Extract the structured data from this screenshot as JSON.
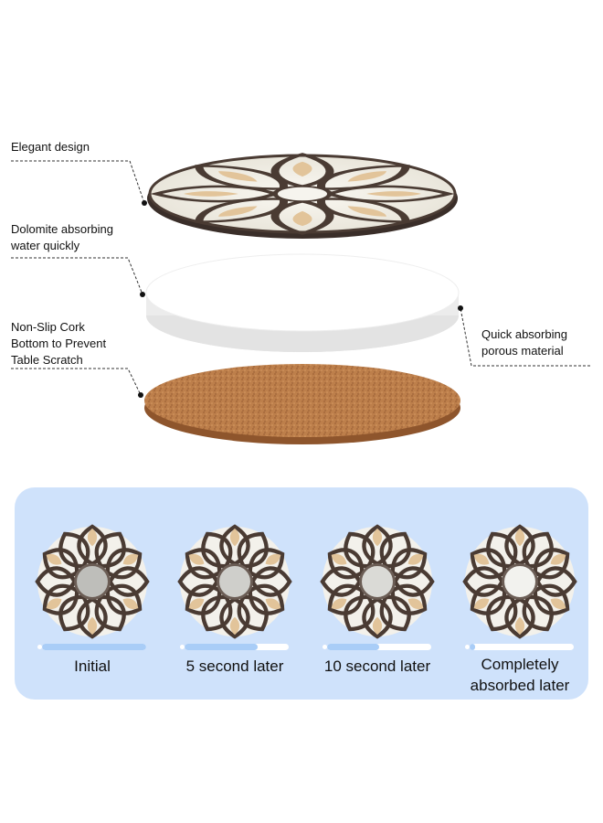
{
  "features": {
    "elegant": "Elegant design",
    "dolomite": "Dolomite absorbing\nwater quickly",
    "cork": "Non-Slip Cork\nBottom to Prevent\nTable Scratch",
    "porous": "Quick absorbing\nporous material"
  },
  "stages": [
    {
      "label": "Initial",
      "progress": 1.0
    },
    {
      "label": "5 second later",
      "progress": 0.7
    },
    {
      "label": "10 second later",
      "progress": 0.5
    },
    {
      "label": "Completely\nabsorbed later",
      "progress": 0.05
    }
  ],
  "colors": {
    "panel": "#cfe2fb",
    "progress_fill": "#a9cdf7",
    "cork": "#b77a48",
    "stone": "#f1efe8",
    "pattern_dark": "#4a3b33",
    "pattern_tan": "#e2c49a"
  }
}
